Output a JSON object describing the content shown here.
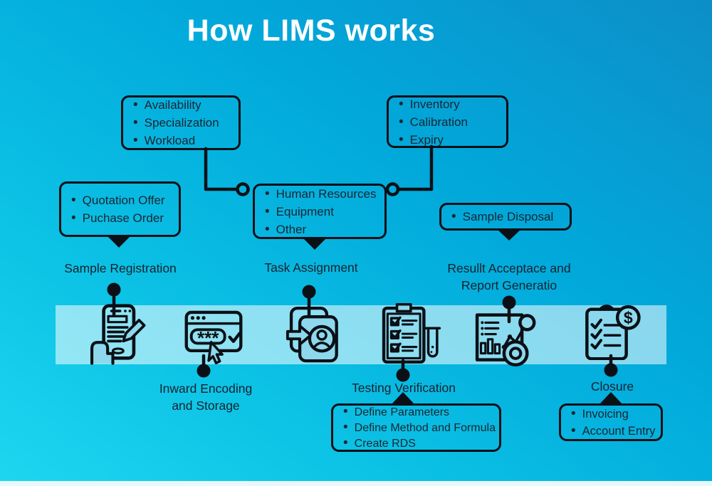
{
  "title": "How LIMS works",
  "colors": {
    "background_top_right": "#0d8ec8",
    "background_bottom_left": "#1fd6f0",
    "band": "rgba(255,255,255,0.54)",
    "line": "#0b1016",
    "text": "#182631",
    "title": "#ffffff"
  },
  "callouts": {
    "staff": {
      "items": [
        "Availability",
        "Specialization",
        "Workload"
      ]
    },
    "stock": {
      "items": [
        "Inventory",
        "Calibration",
        "Expiry"
      ]
    },
    "registration": {
      "items": [
        "Quotation Offer",
        "Puchase Order"
      ]
    },
    "assignment": {
      "items": [
        "Human Resources",
        "Equipment",
        "Other"
      ]
    },
    "disposal": {
      "items": [
        "Sample Disposal"
      ]
    },
    "testing": {
      "items": [
        "Define Parameters",
        "Define Method and Formula",
        "Create RDS"
      ]
    },
    "closure": {
      "items": [
        "Invoicing",
        "Account Entry"
      ]
    }
  },
  "stages": {
    "sample_registration": {
      "label": "Sample Registration",
      "icon": "phone-signature-icon"
    },
    "inward_encoding": {
      "label": "Inward Encoding and Storage",
      "icon": "password-entry-icon"
    },
    "task_assignment": {
      "label": "Task Assignment",
      "icon": "assign-person-icon"
    },
    "testing_verification": {
      "label": "Testing Verification",
      "icon": "checklist-testtube-icon"
    },
    "result_acceptance": {
      "label": "Resullt Acceptace and Report Generatio",
      "icon": "analytics-report-icon"
    },
    "closure": {
      "label": "Closure",
      "icon": "invoice-dollar-icon"
    }
  },
  "icon_glyphs": {
    "password_mask": "***",
    "currency": "$"
  }
}
